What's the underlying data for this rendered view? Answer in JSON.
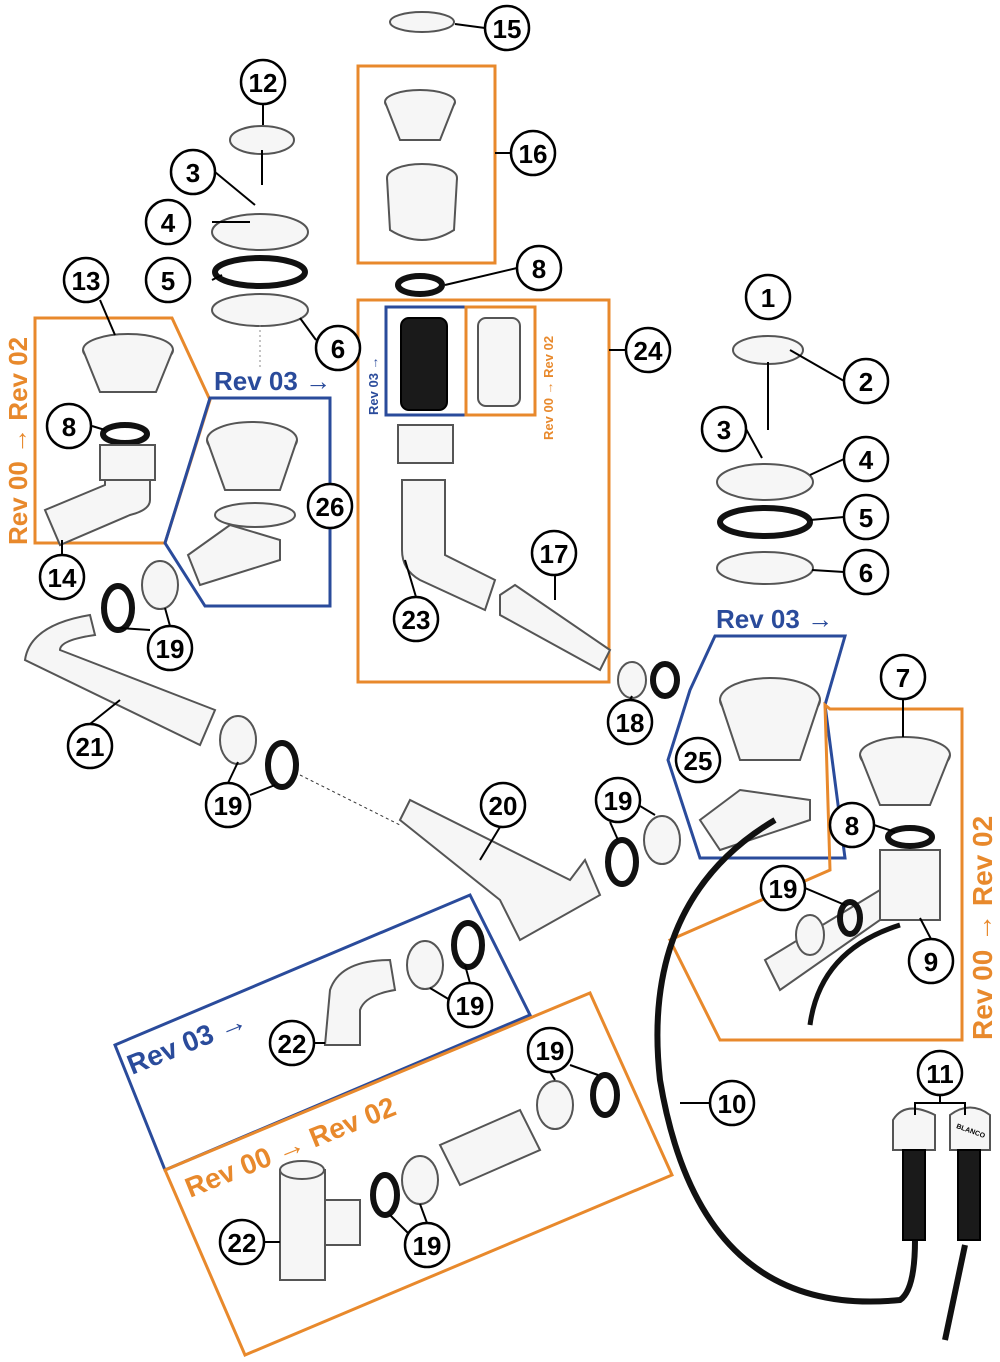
{
  "colors": {
    "rev_old": "#e8892c",
    "rev_new": "#2a4b9b",
    "outline": "#000000"
  },
  "rev_labels": {
    "rev03": "Rev 03 →",
    "rev00_02": "Rev 00 → Rev 02"
  },
  "callouts": [
    "15",
    "12",
    "16",
    "3",
    "4",
    "5",
    "13",
    "8",
    "6",
    "24",
    "1",
    "2",
    "3",
    "4",
    "5",
    "6",
    "8",
    "26",
    "14",
    "19",
    "17",
    "23",
    "7",
    "18",
    "25",
    "21",
    "19",
    "20",
    "19",
    "8",
    "19",
    "9",
    "19",
    "22",
    "19",
    "11",
    "10",
    "22",
    "19"
  ],
  "brand_mark": "BLANCO"
}
